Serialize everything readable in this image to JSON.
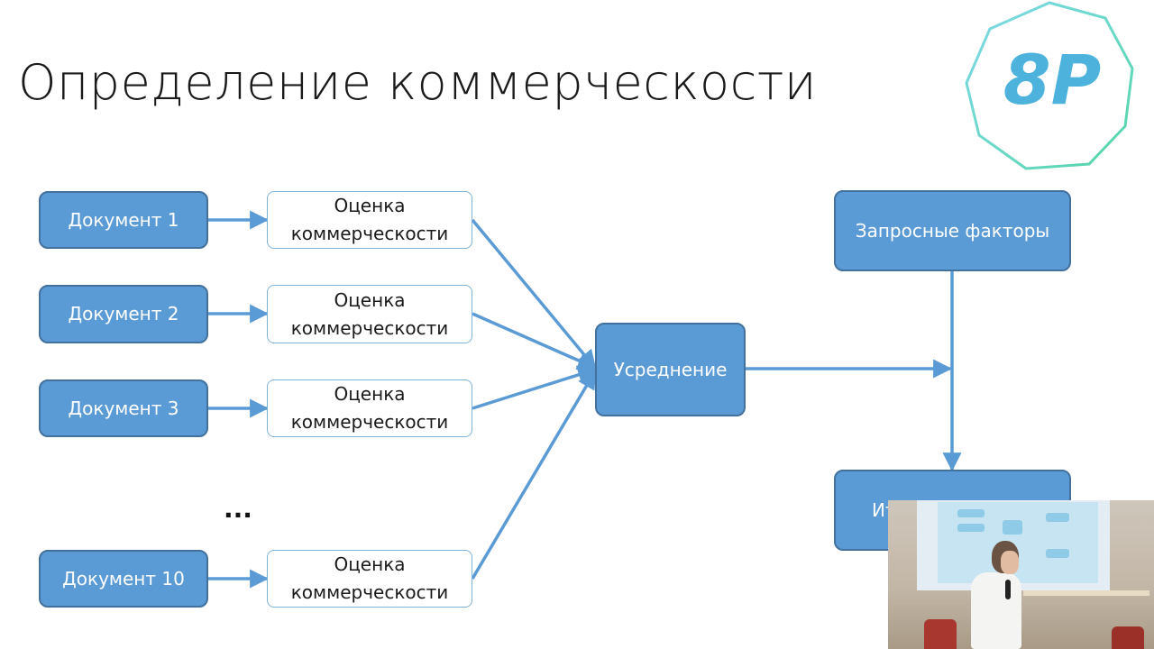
{
  "title": "Определение коммерческости",
  "logo": {
    "text": "8P"
  },
  "documents": [
    "Документ 1",
    "Документ 2",
    "Документ 3",
    "Документ 10"
  ],
  "evaluation_label": [
    "Оценка",
    "коммерческости"
  ],
  "ellipsis": "...",
  "averaging": "Усреднение",
  "query_factors": "Запросные факторы",
  "result_partial": "Ит",
  "colors": {
    "box_fill": "#5b9bd5",
    "box_border": "#41719c",
    "outline_border": "#7fb3d8",
    "arrow": "#5b9bd5",
    "logo": "#4db3dc"
  }
}
